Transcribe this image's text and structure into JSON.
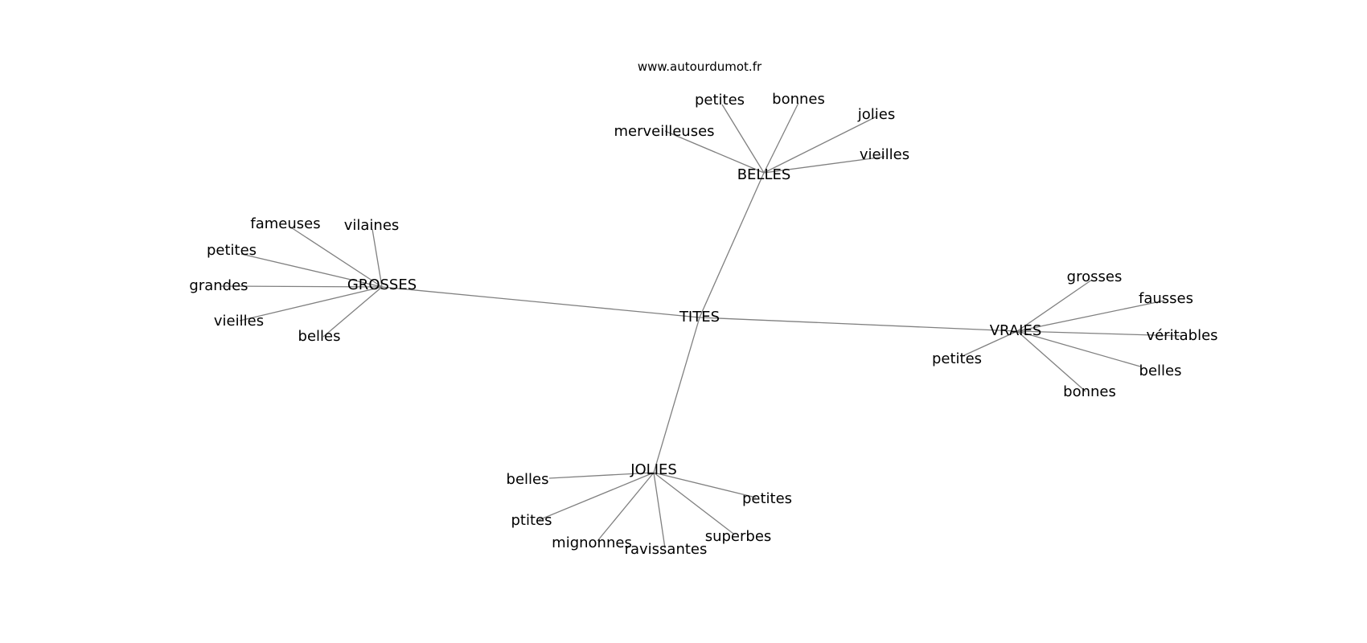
{
  "site": "www.autourdumot.fr",
  "graph": {
    "root": "TITES",
    "hubs": [
      {
        "id": "belles_hub",
        "label": "BELLES",
        "leaves": [
          "petites",
          "bonnes",
          "jolies",
          "merveilleuses",
          "vieilles"
        ]
      },
      {
        "id": "grosses_hub",
        "label": "GROSSES",
        "leaves": [
          "fameuses",
          "vilaines",
          "petites",
          "grandes",
          "vieilles",
          "belles"
        ]
      },
      {
        "id": "vraies_hub",
        "label": "VRAIES",
        "leaves": [
          "grosses",
          "fausses",
          "véritables",
          "petites",
          "belles",
          "bonnes"
        ]
      },
      {
        "id": "jolies_hub",
        "label": "JOLIES",
        "leaves": [
          "belles",
          "petites",
          "ptites",
          "superbes",
          "mignonnes",
          "ravissantes"
        ]
      }
    ]
  }
}
